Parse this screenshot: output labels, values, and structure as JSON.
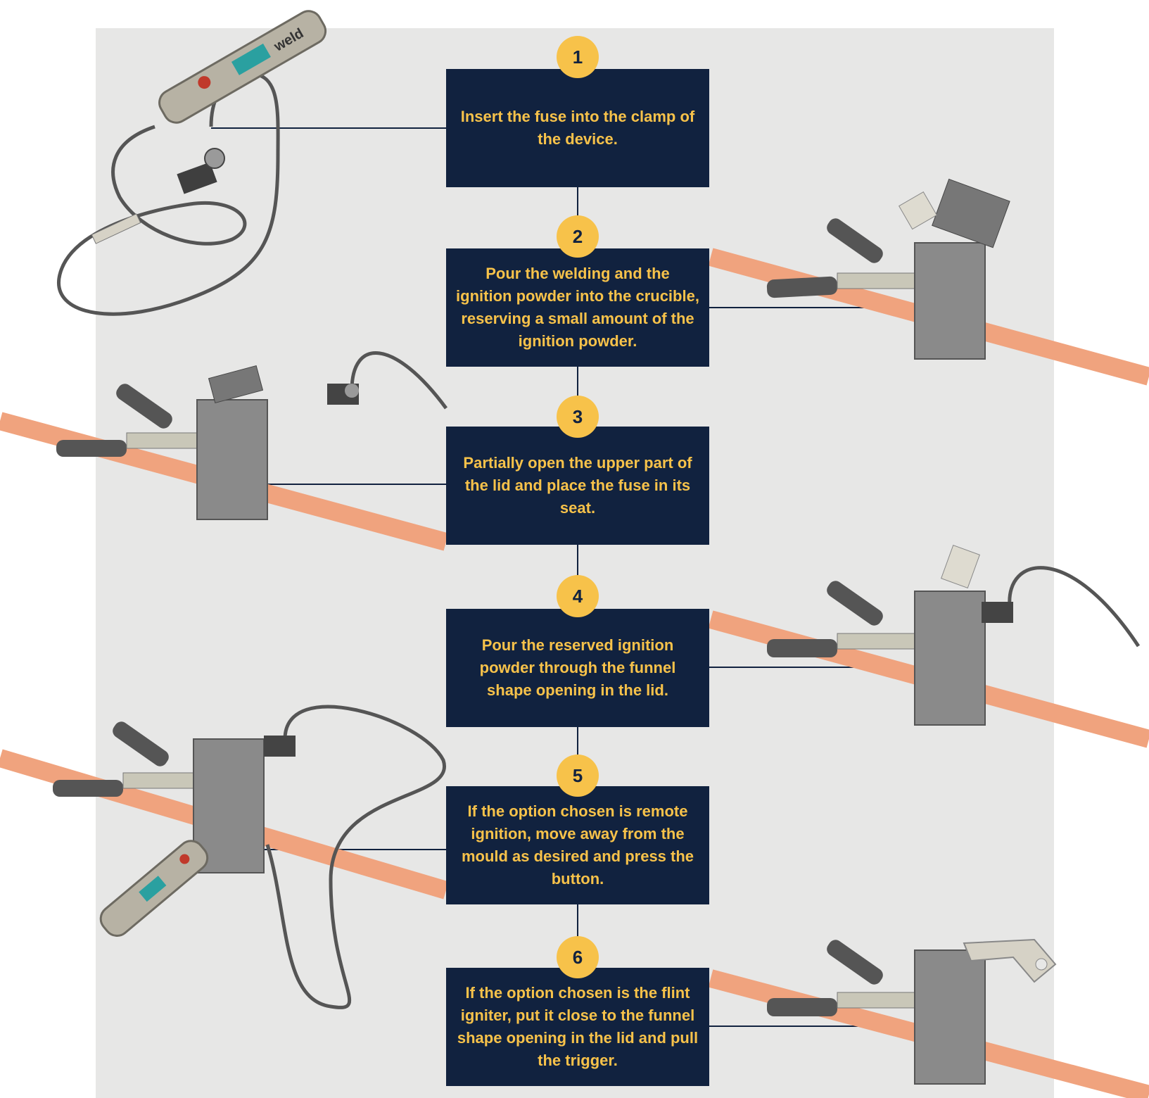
{
  "colors": {
    "panel": "#e7e7e6",
    "box": "#11223f",
    "accent": "#f7c24a",
    "pipe": "#f0a37e",
    "metal": "#8a8a8a"
  },
  "steps": [
    {
      "number": "1",
      "text": "Insert the fuse into the clamp of the device."
    },
    {
      "number": "2",
      "text": "Pour the welding and the ignition powder into the crucible, reserving a small amount of the ignition powder."
    },
    {
      "number": "3",
      "text": "Partially open the upper part of the lid and place the fuse in its seat."
    },
    {
      "number": "4",
      "text": "Pour the reserved ignition powder through the funnel shape opening in the lid."
    },
    {
      "number": "5",
      "text": "If the option chosen is remote ignition, move away from the mould as desired and press the button."
    },
    {
      "number": "6",
      "text": "If the option chosen is the flint igniter, put it close to the funnel shape opening in the lid and pull the trigger."
    }
  ],
  "device": {
    "label": "weld"
  },
  "icons": {
    "step1": "remote-igniter-icon",
    "step2": "mould-open-lid-icon",
    "step3": "mould-fuse-seat-icon",
    "step4": "mould-with-fuse-icon",
    "step5": "mould-remote-ignition-icon",
    "step6": "mould-flint-igniter-icon"
  }
}
